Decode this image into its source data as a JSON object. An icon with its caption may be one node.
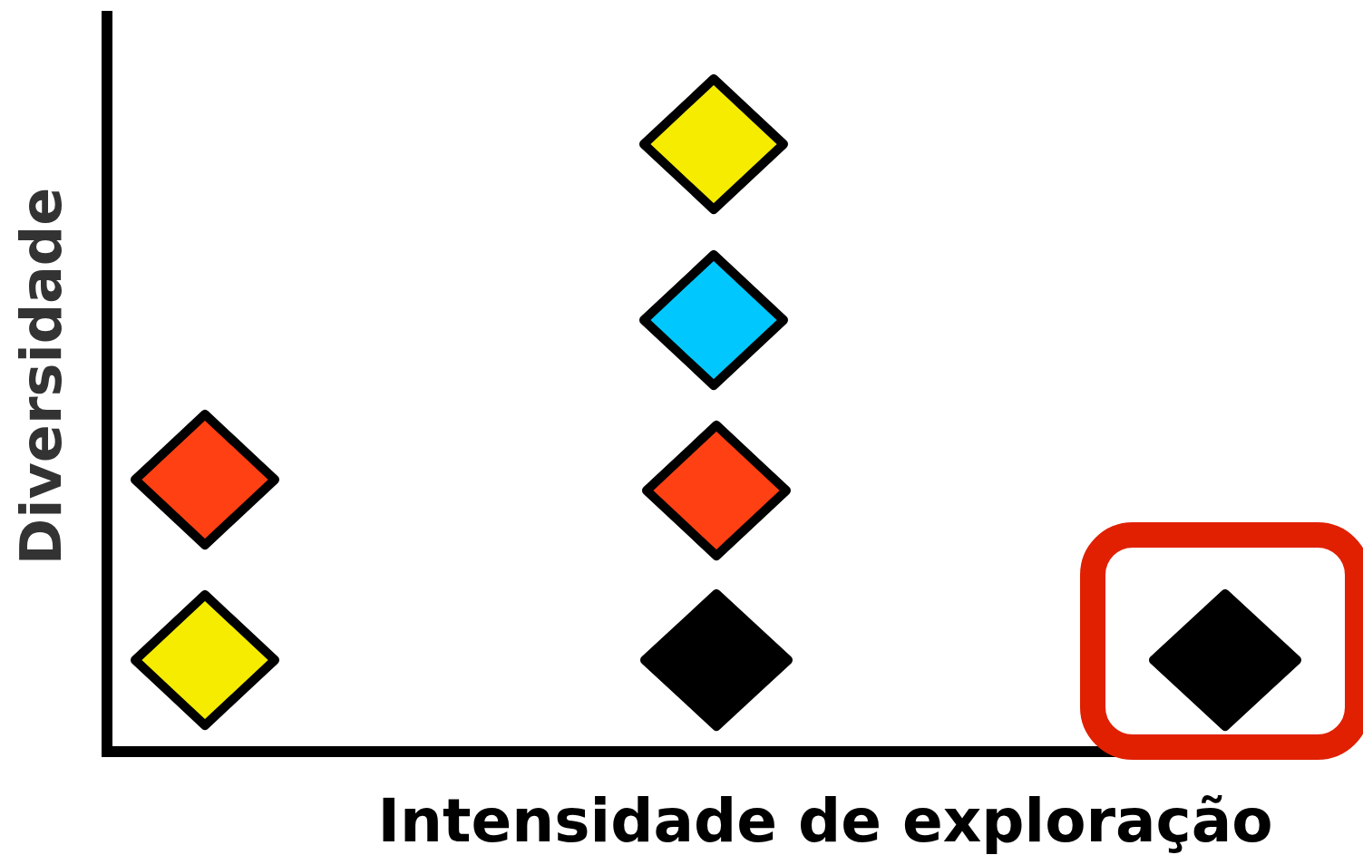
{
  "diagram": {
    "nodes": [
      {
        "text": [],
        "shape": "diamond"
      },
      {
        "text": [],
        "shape": "diamond"
      },
      {
        "text": [],
        "shape": "diamond"
      },
      {
        "text": [],
        "shape": "diamond"
      },
      {
        "text": [],
        "shape": "diamond"
      },
      {
        "text": [],
        "shape": "diamond"
      },
      {
        "text": [],
        "shape": "box"
      },
      {
        "text": [],
        "shape": "diamond",
        "in": 6
      }
    ],
    "labels": [
      "Diversidade",
      "Intensidade de exploração"
    ]
  }
}
